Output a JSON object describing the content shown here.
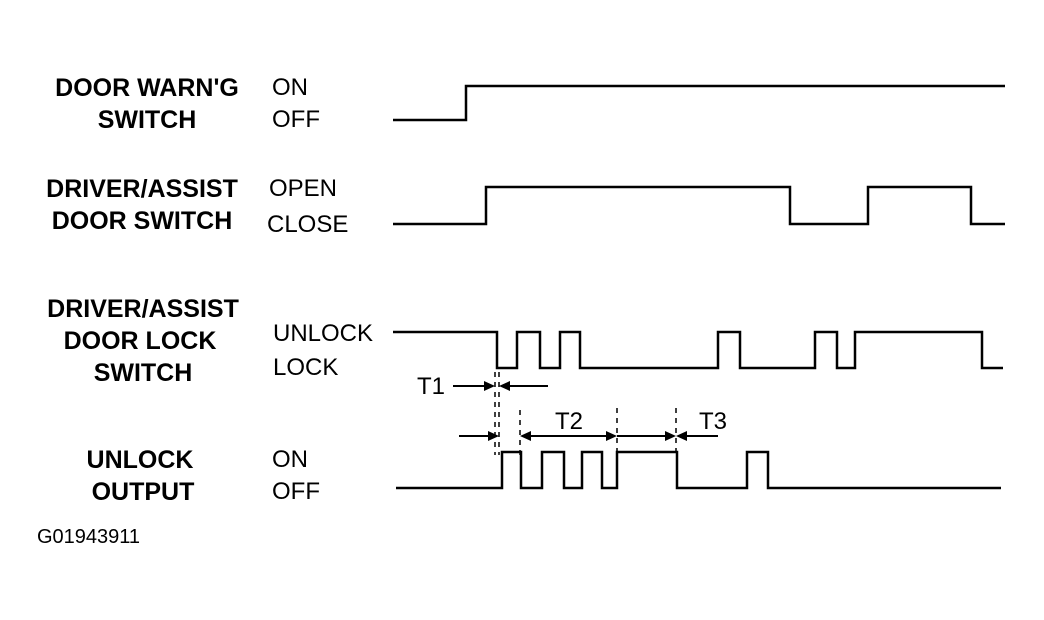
{
  "signals": [
    {
      "name_lines": [
        "DOOR WARN'G",
        "SWITCH"
      ],
      "high_state": "ON",
      "low_state": "OFF",
      "edges": [
        466
      ]
    },
    {
      "name_lines": [
        "DRIVER/ASSIST",
        "DOOR SWITCH"
      ],
      "high_state": "OPEN",
      "low_state": "CLOSE",
      "edges": [
        486,
        790,
        868,
        971
      ]
    },
    {
      "name_lines": [
        "DRIVER/ASSIST",
        "DOOR LOCK",
        "SWITCH"
      ],
      "high_state": "UNLOCK",
      "low_state": "LOCK",
      "edges": [
        497,
        517,
        540,
        560,
        580,
        718,
        740,
        815,
        837,
        855,
        982
      ]
    },
    {
      "name_lines": [
        "UNLOCK",
        "OUTPUT"
      ],
      "high_state": "ON",
      "low_state": "OFF",
      "edges": [
        502,
        521,
        542,
        564,
        582,
        602,
        617,
        677,
        747,
        768
      ]
    }
  ],
  "timing": {
    "t1": "T1",
    "t2": "T2",
    "t3": "T3"
  },
  "figure_code": "G01943911"
}
